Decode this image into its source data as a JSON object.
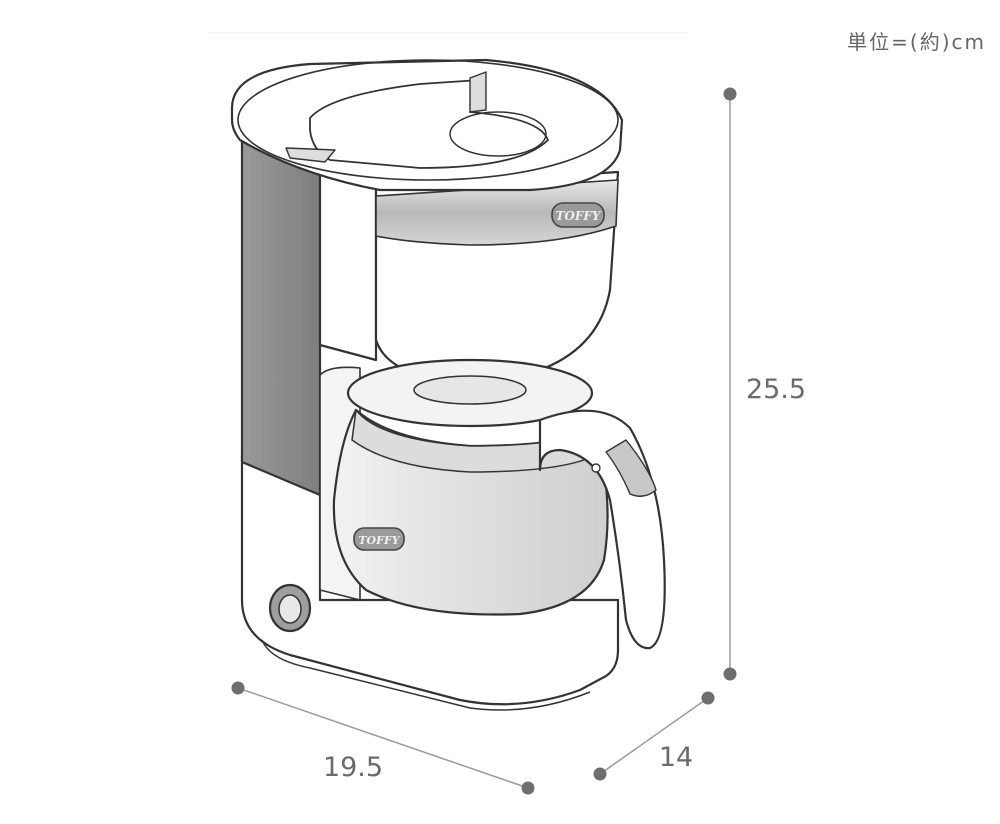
{
  "unit_label": "単位=(約)cm",
  "dimensions": {
    "height": "25.5",
    "width": "19.5",
    "depth": "14"
  },
  "brand_badges": [
    "TOFFY",
    "TOFFY"
  ],
  "colors": {
    "outline": "#333333",
    "body_gray": "#8e8e8e",
    "dim_line": "#9a9a9a",
    "dim_dot": "#6e6e6e",
    "label": "#6b6b6b"
  }
}
